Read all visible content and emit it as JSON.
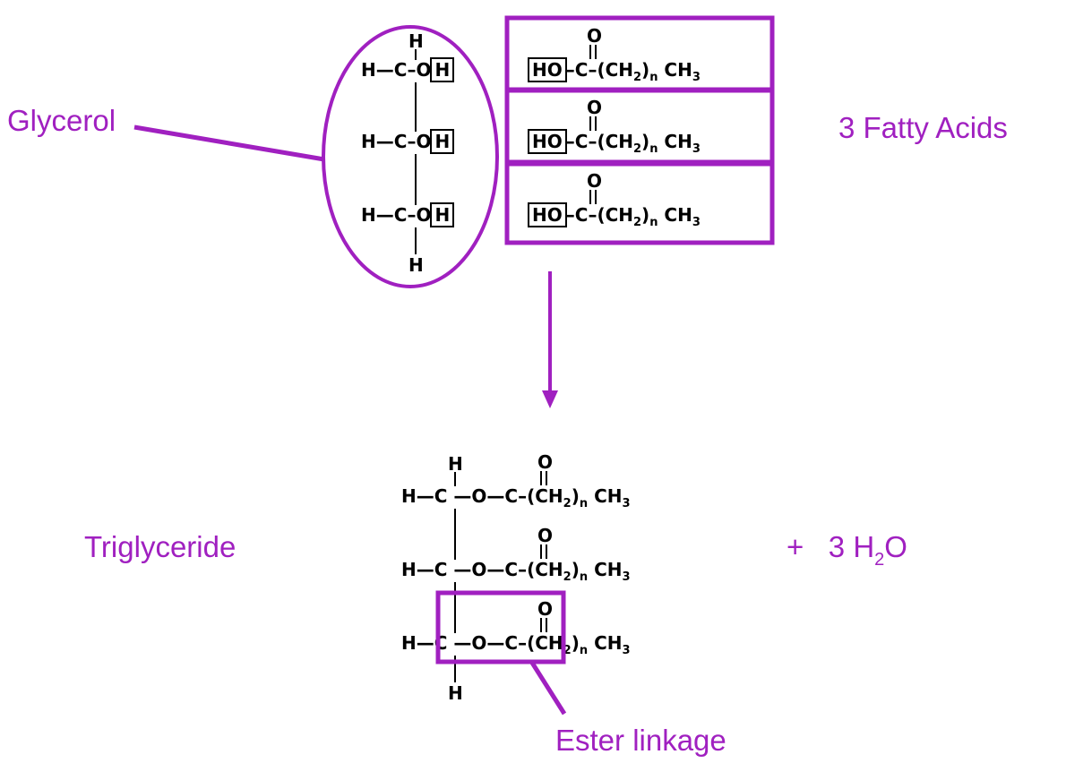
{
  "labels": {
    "glycerol": "Glycerol",
    "fatty_acids": "3 Fatty Acids",
    "triglyceride": "Triglyceride",
    "water_plus": "+",
    "water_coef": "3",
    "water_h": "H",
    "water_sub": "2",
    "water_o": "O",
    "ester": "Ester linkage"
  },
  "chem": {
    "H": "H",
    "C": "C",
    "O": "O",
    "OH_O": "O",
    "OH_H": "H",
    "HO": "HO",
    "H_dash": "H—",
    "bond": "—",
    "dash": "–",
    "tail_open": "(CH",
    "sub2": "2",
    "tail_close": ")",
    "subn": "n",
    "ch": "CH",
    "sub3": "3"
  },
  "colors": {
    "accent": "#a020c0",
    "text": "#000000"
  }
}
